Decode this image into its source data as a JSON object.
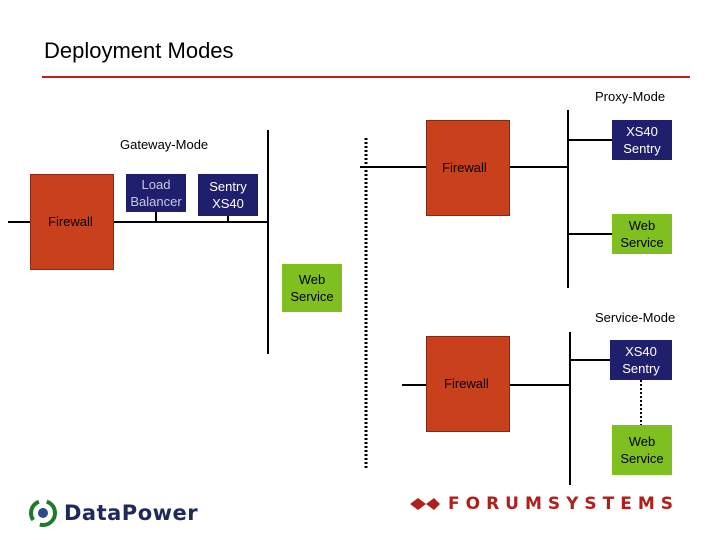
{
  "title": "Deployment Modes",
  "proxy_mode": {
    "label": "Proxy-Mode",
    "sentry": "XS40\nSentry",
    "firewall": "Firewall",
    "web_service": "Web\nService"
  },
  "gateway_mode": {
    "label": "Gateway-Mode",
    "load_balancer": "Load\nBalancer",
    "sentry": "Sentry\nXS40",
    "firewall": "Firewall",
    "web_service": "Web\nService"
  },
  "service_mode": {
    "label": "Service-Mode",
    "sentry": "XS40\nSentry",
    "firewall": "Firewall",
    "web_service": "Web\nService"
  },
  "logos": {
    "datapower": "DataPower",
    "forumsystems": "FORUMSYSTEMS"
  },
  "colors": {
    "firewall": "#c8401c",
    "sentry": "#1f1f6e",
    "web_service": "#7fbf1f",
    "rule": "#c02020"
  }
}
